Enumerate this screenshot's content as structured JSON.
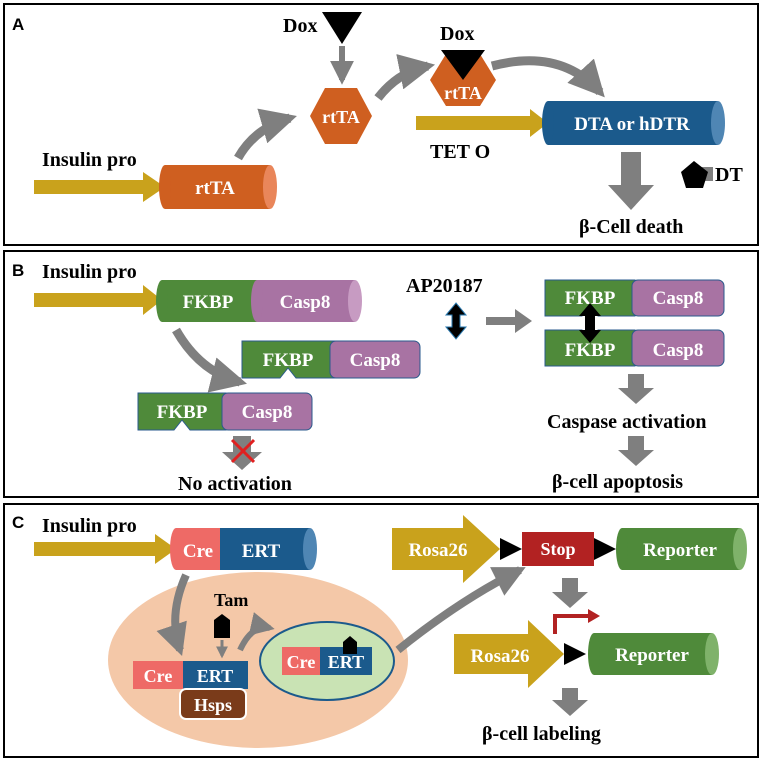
{
  "panel_a": {
    "label": "A",
    "insulin_pro": "Insulin pro",
    "rttac_label": "rtTA",
    "dox1": "Dox",
    "rtta_hex1": "rtTA",
    "dox2": "Dox",
    "rtta_hex2": "rtTA",
    "teto": "TET O",
    "dta_label": "DTA or hDTR",
    "dt": "DT",
    "death": "β-Cell death"
  },
  "panel_b": {
    "label": "B",
    "insulin_pro": "Insulin pro",
    "fkbp": "FKBP",
    "casp8": "Casp8",
    "ap": "AP20187",
    "no_activation": "No activation",
    "caspase_activation": "Caspase activation",
    "apoptosis": "β-cell apoptosis"
  },
  "panel_c": {
    "label": "C",
    "insulin_pro": "Insulin pro",
    "cre": "Cre",
    "ert": "ERT",
    "tam": "Tam",
    "hsps": "Hsps",
    "rosa26": "Rosa26",
    "stop": "Stop",
    "reporter": "Reporter",
    "labeling": "β-cell labeling"
  },
  "colors": {
    "gold": "#c9a21c",
    "orange": "#cf5f20",
    "navy": "#1b5a8c",
    "green": "#4f8a3a",
    "mauve": "#a873a3",
    "salmon": "#ee6a66",
    "red": "#b22222",
    "brown": "#7a3b1a",
    "gray": "#7f7f7f",
    "peach": "#f4c8a8",
    "lightgreen": "#c9e3b4"
  }
}
